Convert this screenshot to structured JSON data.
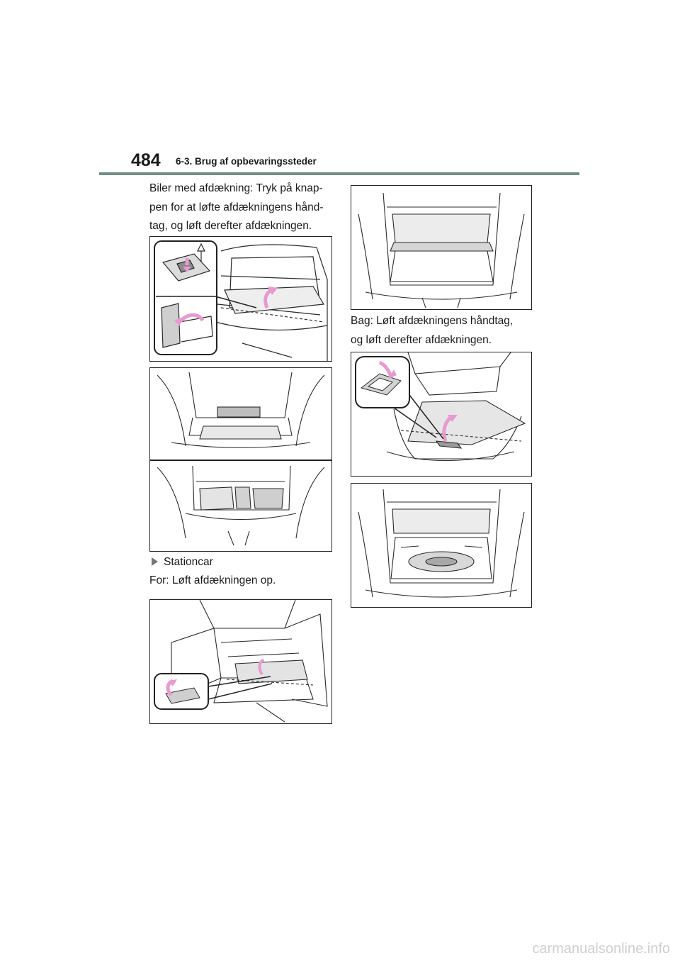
{
  "header": {
    "page_number": "484",
    "section_title": "6-3. Brug af opbevaringssteder",
    "rule_color": "#6e8e86"
  },
  "left_column": {
    "intro_text": "Biler med afdækning: Tryk på knap-\npen for at løfte afdækningens hånd-\ntag, og løft derefter afdækningen.",
    "subheading": "Stationcar",
    "front_text": "For: Løft afdækningen op."
  },
  "right_column": {
    "rear_text": "Bag: Løft afdækningens håndtag,\nog løft derefter afdækningen."
  },
  "colors": {
    "arrow": "#e79ad0",
    "line": "#2a2a2a",
    "inset_bg": "#e9e9e9"
  },
  "watermark": "carmanualsonline.info"
}
